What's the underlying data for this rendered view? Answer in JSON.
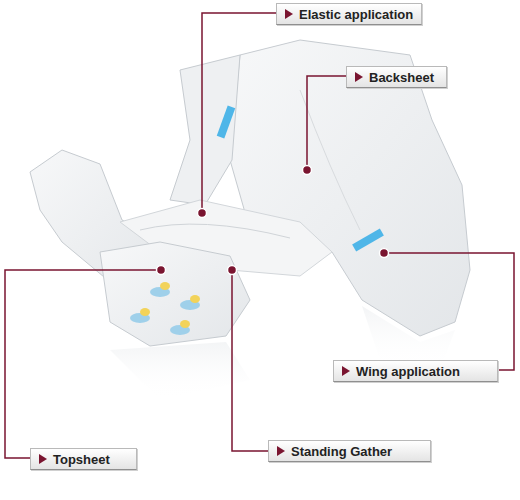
{
  "diagram": {
    "nodes": [
      {
        "text": [
          "Elastic application"
        ]
      },
      {
        "text": [
          "Backsheet"
        ]
      },
      {
        "text": [
          "Wing application"
        ]
      },
      {
        "text": [
          "Topsheet"
        ]
      },
      {
        "text": [
          "Standing Gather"
        ]
      }
    ]
  }
}
